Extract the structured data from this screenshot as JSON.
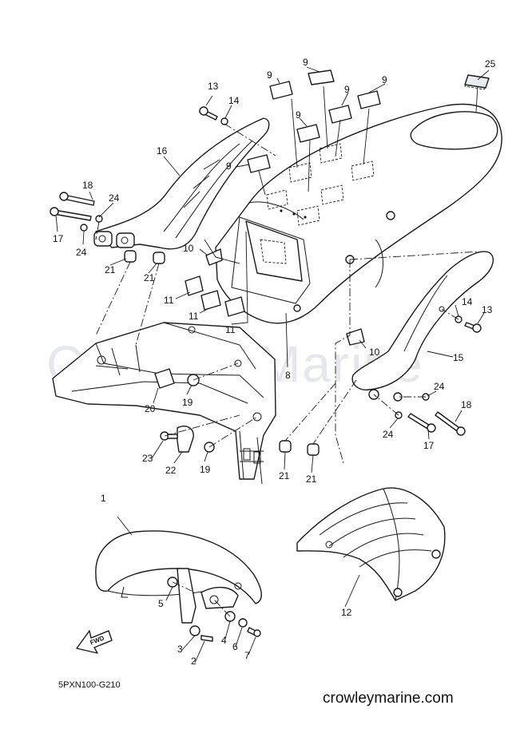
{
  "diagram": {
    "drawing_code": "5PXN100-G210",
    "website": "crowleymarine.com",
    "watermark": "Crowley Marine",
    "fwd_label": "FWD",
    "callouts": [
      "1",
      "2",
      "3",
      "4",
      "5",
      "6",
      "7",
      "8",
      "9",
      "9",
      "9",
      "9",
      "9",
      "9",
      "10",
      "10",
      "11",
      "11",
      "11",
      "12",
      "13",
      "13",
      "14",
      "14",
      "15",
      "16",
      "17",
      "17",
      "18",
      "18",
      "19",
      "19",
      "20",
      "21",
      "21",
      "21",
      "21",
      "22",
      "23",
      "24",
      "24",
      "24",
      "24",
      "25"
    ]
  }
}
